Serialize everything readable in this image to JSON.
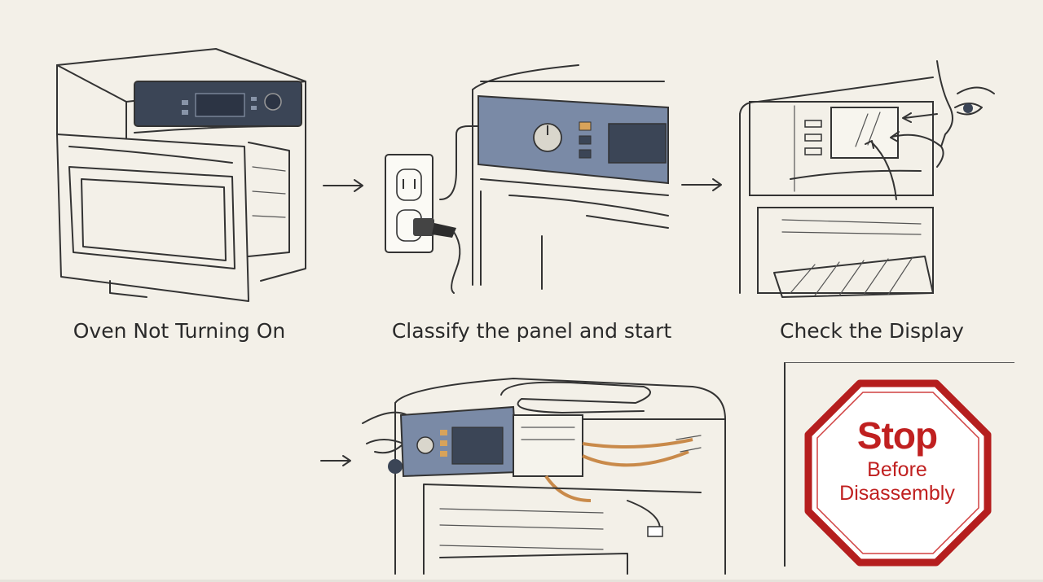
{
  "steps": [
    {
      "label": "Oven Not Turning On"
    },
    {
      "label": "Classify the panel and start"
    },
    {
      "label": "Check the Display"
    }
  ],
  "stop_sign": {
    "title": "Stop",
    "line1": "Before",
    "line2": "Disassembly",
    "color": "#c02020"
  },
  "colors": {
    "background": "#f3f0e8",
    "panel_blue": "#7a8aa6",
    "display_dark": "#3b4556",
    "button_amber": "#d8a35a",
    "wire_orange": "#c98a4a"
  }
}
